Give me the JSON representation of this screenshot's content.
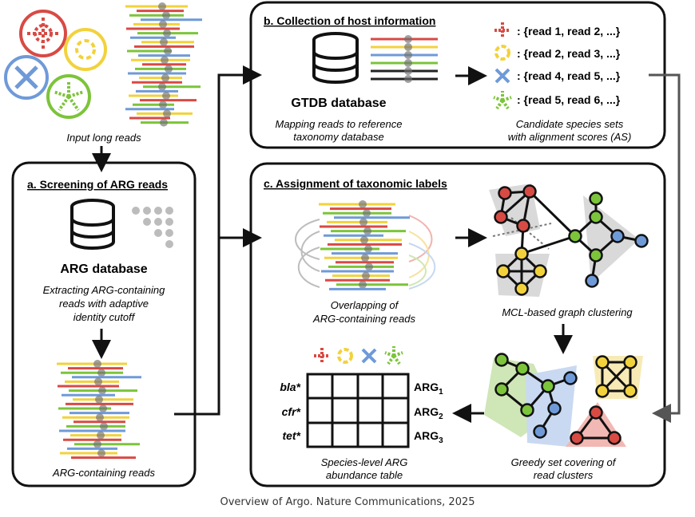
{
  "colors": {
    "red": "#d84a44",
    "yellow": "#f2d23c",
    "blue": "#6f9ad8",
    "green": "#7cc43a",
    "dark": "#222222",
    "node_grey": "#8a8a8a",
    "shade": "#d9d9d9"
  },
  "input": {
    "caption": "Input long reads"
  },
  "panel_a": {
    "title": "a. Screening of ARG reads",
    "db_label": "ARG database",
    "caption_lines": [
      "Extracting ARG-containing",
      "reads with adaptive",
      "identity cutoff"
    ],
    "bottom_caption": "ARG-containing reads"
  },
  "panel_b": {
    "title": "b. Collection of host information",
    "db_label": "GTDB database",
    "caption_lines": [
      "Mapping reads to reference",
      "taxonomy database"
    ],
    "species_sets": [
      {
        "icon": "red-microbe-icon",
        "text": ": {read 1, read 2, ...}"
      },
      {
        "icon": "yellow-microbe-icon",
        "text": ": {read 2, read 3, ...}"
      },
      {
        "icon": "blue-microbe-icon",
        "text": ": {read 4, read 5, ...}"
      },
      {
        "icon": "green-microbe-icon",
        "text": ": {read 5, read 6, ...}"
      }
    ],
    "right_caption_lines": [
      "Candidate species sets",
      "with alignment scores (AS)"
    ]
  },
  "panel_c": {
    "title": "c. Assignment of taxonomic labels",
    "overlap_caption_lines": [
      "Overlapping of",
      "ARG-containing reads"
    ],
    "mcl_caption": "MCL-based graph clustering",
    "greedy_caption_lines": [
      "Greedy set covering of",
      "read clusters"
    ],
    "table_caption_lines": [
      "Species-level ARG",
      "abundance table"
    ],
    "row_labels": [
      "bla*",
      "cfr*",
      "tet*"
    ],
    "arg_labels": [
      {
        "base": "ARG",
        "sub": "1"
      },
      {
        "base": "ARG",
        "sub": "2"
      },
      {
        "base": "ARG",
        "sub": "3"
      }
    ]
  },
  "footer": "Overview of Argo. Nature Communications, 2025"
}
